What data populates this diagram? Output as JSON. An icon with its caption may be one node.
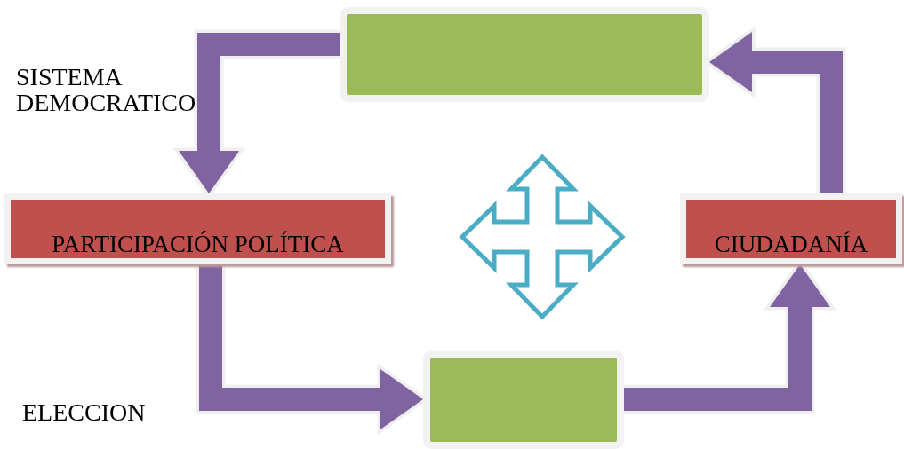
{
  "diagram": {
    "nodes": [
      {
        "text": [],
        "shape": "box"
      },
      {
        "text": [
          "PARTICIPACIÓN POLÍTICA"
        ]
      },
      {
        "text": [
          "CIUDADANÍA"
        ]
      },
      {
        "text": [],
        "shape": "box"
      }
    ],
    "edges": [
      {
        "from": 0,
        "to": 1,
        "arrow": "to"
      },
      {
        "from": 1,
        "to": 3,
        "arrow": "to"
      },
      {
        "from": 3,
        "to": 2,
        "arrow": "to"
      },
      {
        "from": 2,
        "to": 0,
        "arrow": "to"
      }
    ],
    "labels": [
      "SISTEMA DEMOCRATICO",
      "ELECCION"
    ]
  }
}
